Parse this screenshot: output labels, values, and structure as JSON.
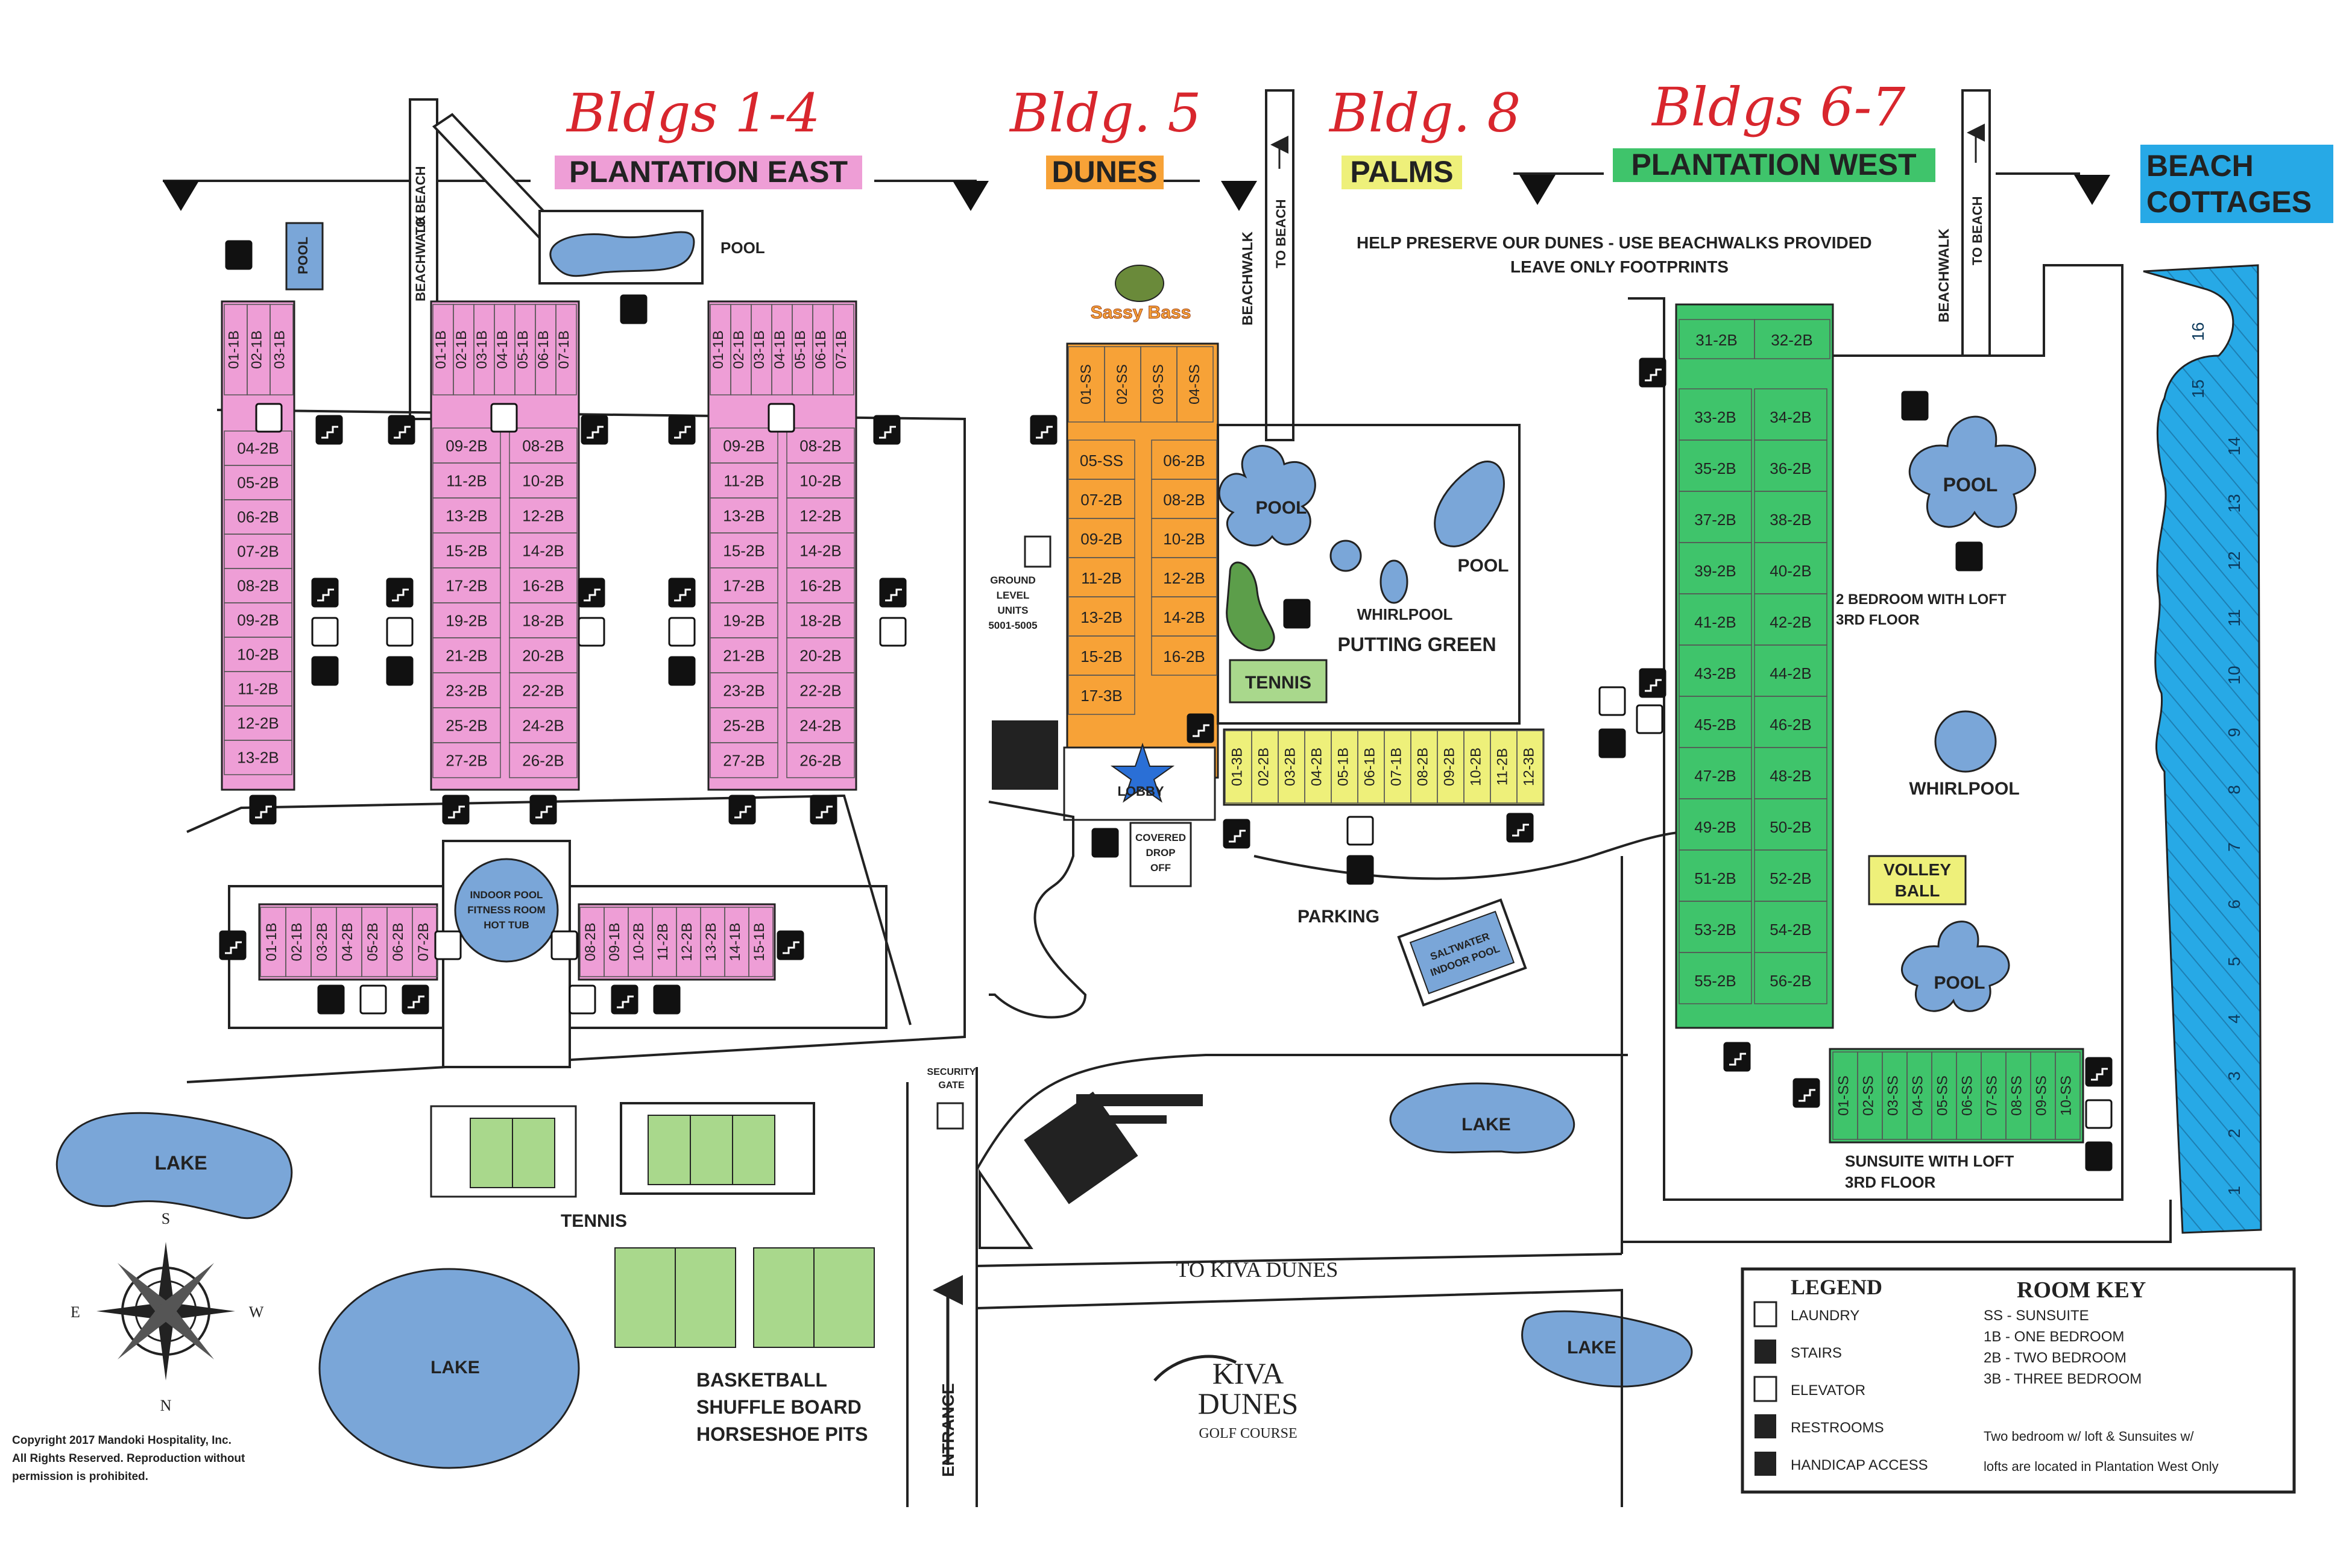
{
  "handwritten_labels": {
    "bldgs_1_4": "Bldgs 1-4",
    "bldg_5": "Bldg. 5",
    "bldg_8": "Bldg. 8",
    "bldgs_6_7": "Bldgs 6-7"
  },
  "areas": {
    "plantation_east": "PLANTATION EAST",
    "dunes": "DUNES",
    "palms": "PALMS",
    "plantation_west": "PLANTATION WEST",
    "beach_cottages_line1": "BEACH",
    "beach_cottages_line2": "COTTAGES"
  },
  "notices": {
    "dunes_line1": "HELP PRESERVE OUR DUNES - USE BEACHWALKS PROVIDED",
    "dunes_line2": "LEAVE ONLY FOOTPRINTS"
  },
  "labels": {
    "beachwalk": "BEACHWALK",
    "to_beach": "TO BEACH",
    "pool": "POOL",
    "pool_upper": "POOL",
    "whirlpool": "WHIRLPOOL",
    "putting_green": "PUTTING GREEN",
    "tennis": "TENNIS",
    "tennis_lower": "TENNIS",
    "parking": "PARKING",
    "saltwater_line1": "SALTWATER",
    "saltwater_line2": "INDOOR POOL",
    "indoor_line1": "INDOOR POOL",
    "indoor_line2": "FITNESS ROOM",
    "indoor_line3": "HOT TUB",
    "ground_line1": "GROUND",
    "ground_line2": "LEVEL",
    "ground_line3": "UNITS",
    "ground_line4": "5001-5005",
    "lobby": "LOBBY",
    "covered_line1": "COVERED",
    "covered_line2": "DROP",
    "covered_line3": "OFF",
    "loft_note_line1": "2 BEDROOM WITH LOFT",
    "loft_note_line2": "3RD FLOOR",
    "sunsuite_note_line1": "SUNSUITE WITH LOFT",
    "sunsuite_note_line2": "3RD FLOOR",
    "volley_line1": "VOLLEY",
    "volley_line2": "BALL",
    "lake": "LAKE",
    "security_line1": "SECURITY",
    "security_line2": "GATE",
    "to_kiva_dunes": "TO KIVA DUNES",
    "entrance": "ENTRANCE",
    "basketball": "BASKETBALL",
    "shuffle_board": "SHUFFLE BOARD",
    "horseshoe_pits": "HORSESHOE PITS",
    "kiva_line1": "KIVA",
    "kiva_line2": "DUNES",
    "kiva_line3": "GOLF COURSE",
    "sassy_bass": "Sassy Bass",
    "compass_n": "N",
    "compass_s": "S",
    "compass_e": "E",
    "compass_w": "W",
    "copyright_line1": "Copyright 2017 Mandoki Hospitality, Inc.",
    "copyright_line2": "All Rights Reserved. Reproduction without",
    "copyright_line3": "permission is prohibited."
  },
  "legend": {
    "title": "LEGEND",
    "items": [
      "LAUNDRY",
      "STAIRS",
      "ELEVATOR",
      "RESTROOMS",
      "HANDICAP ACCESS"
    ],
    "room_key_title": "ROOM KEY",
    "room_key": [
      "SS - SUNSUITE",
      "1B - ONE BEDROOM",
      "2B - TWO BEDROOM",
      "3B - THREE BEDROOM"
    ],
    "note_line1": "Two bedroom w/ loft & Sunsuites w/",
    "note_line2": "lofts are located in Plantation West Only"
  },
  "units": {
    "pe_a_top": [
      "01-1B",
      "02-1B",
      "03-1B"
    ],
    "pe_a_col": [
      "04-2B",
      "05-2B",
      "06-2B",
      "07-2B",
      "08-2B",
      "09-2B",
      "10-2B",
      "11-2B",
      "12-2B",
      "13-2B"
    ],
    "pe_b_top": [
      "01-1B",
      "02-1B",
      "03-1B",
      "04-1B",
      "05-1B",
      "06-1B",
      "07-1B"
    ],
    "pe_b_left": [
      "09-2B",
      "11-2B",
      "13-2B",
      "15-2B",
      "17-2B",
      "19-2B",
      "21-2B",
      "23-2B",
      "25-2B",
      "27-2B"
    ],
    "pe_b_right": [
      "08-2B",
      "10-2B",
      "12-2B",
      "14-2B",
      "16-2B",
      "18-2B",
      "20-2B",
      "22-2B",
      "24-2B",
      "26-2B"
    ],
    "pe_lower_left": [
      "01-1B",
      "02-1B",
      "03-2B",
      "04-2B",
      "05-2B",
      "06-2B",
      "07-2B"
    ],
    "pe_lower_right": [
      "08-2B",
      "09-1B",
      "10-2B",
      "11-2B",
      "12-2B",
      "13-2B",
      "14-1B",
      "15-1B"
    ],
    "dunes_top": [
      "01-SS",
      "02-SS",
      "03-SS",
      "04-SS"
    ],
    "dunes_left": [
      "05-SS",
      "07-2B",
      "09-2B",
      "11-2B",
      "13-2B",
      "15-2B",
      "17-3B"
    ],
    "dunes_right": [
      "06-2B",
      "08-2B",
      "10-2B",
      "12-2B",
      "14-2B",
      "16-2B"
    ],
    "palms": [
      "01-3B",
      "02-2B",
      "03-2B",
      "04-2B",
      "05-1B",
      "06-1B",
      "07-1B",
      "08-2B",
      "09-2B",
      "10-2B",
      "11-2B",
      "12-3B"
    ],
    "pw_top": [
      "31-2B",
      "32-2B"
    ],
    "pw_left": [
      "33-2B",
      "35-2B",
      "37-2B",
      "39-2B",
      "41-2B",
      "43-2B",
      "45-2B",
      "47-2B",
      "49-2B",
      "51-2B",
      "53-2B",
      "55-2B"
    ],
    "pw_right": [
      "34-2B",
      "36-2B",
      "38-2B",
      "40-2B",
      "42-2B",
      "44-2B",
      "46-2B",
      "48-2B",
      "50-2B",
      "52-2B",
      "54-2B",
      "56-2B"
    ],
    "pw_sunsuite": [
      "01-SS",
      "02-SS",
      "03-SS",
      "04-SS",
      "05-SS",
      "06-SS",
      "07-SS",
      "08-SS",
      "09-SS",
      "10-SS"
    ],
    "cottages": [
      "1",
      "2",
      "3",
      "4",
      "5",
      "6",
      "7",
      "8",
      "9",
      "10",
      "11",
      "12",
      "13",
      "14",
      "15",
      "16"
    ]
  },
  "colors": {
    "plantation_east": "#ee9ed6",
    "dunes": "#f7a237",
    "palms": "#eef07a",
    "plantation_west": "#3fc46b",
    "cottages": "#27a9e6",
    "water": "#7aa6d8",
    "grass": "#a9d88c",
    "hand_red": "#d8262d"
  }
}
